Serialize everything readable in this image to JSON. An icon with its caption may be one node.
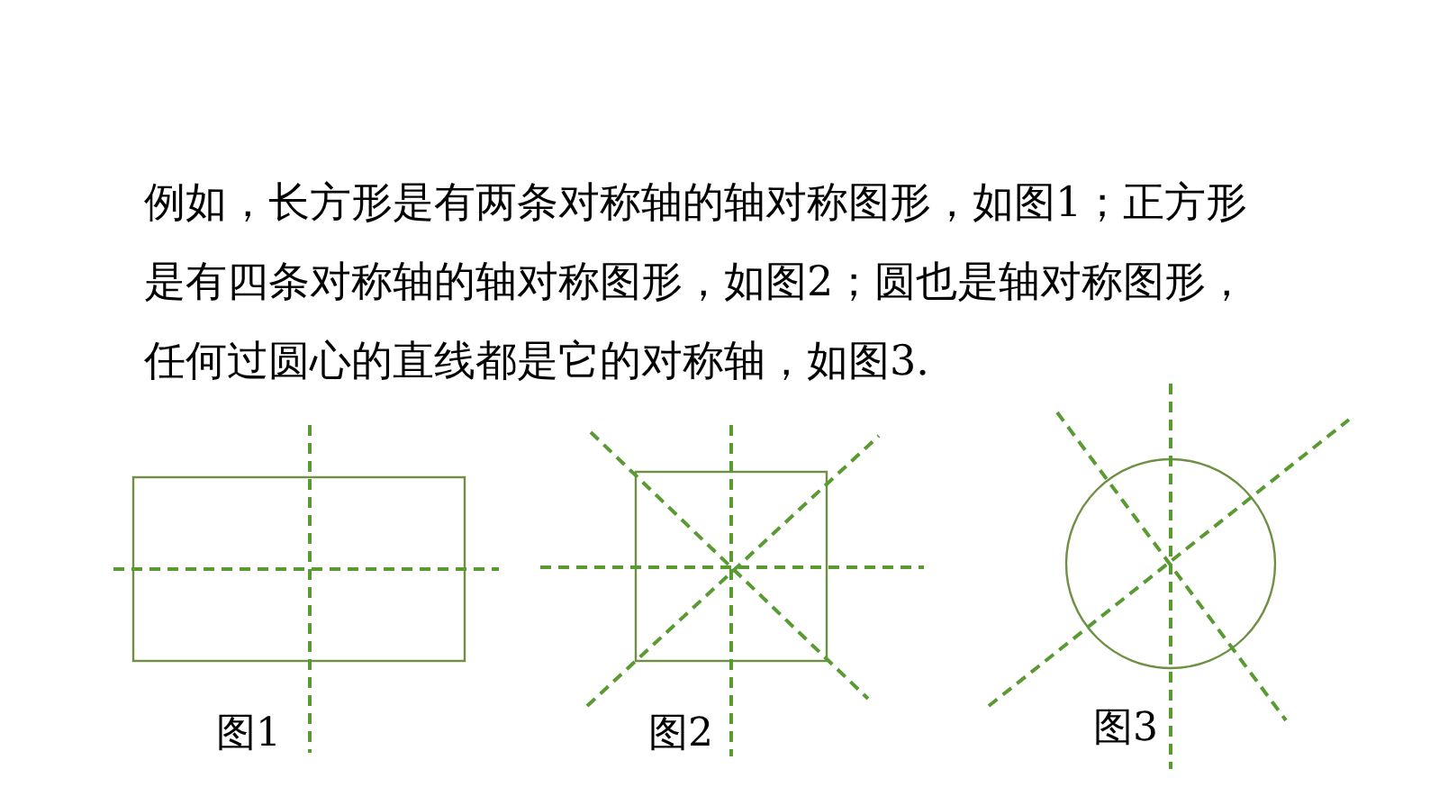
{
  "diagram": {
    "labels": [
      "例如，长方形是有两条对称轴的轴对称图形，如图1；正方形是有四条对称轴的轴对称图形，如图2；圆也是轴对称图形，任何过圆心的直线都是它的对称轴，如图3.",
      "图1",
      "图2",
      "图3"
    ]
  }
}
